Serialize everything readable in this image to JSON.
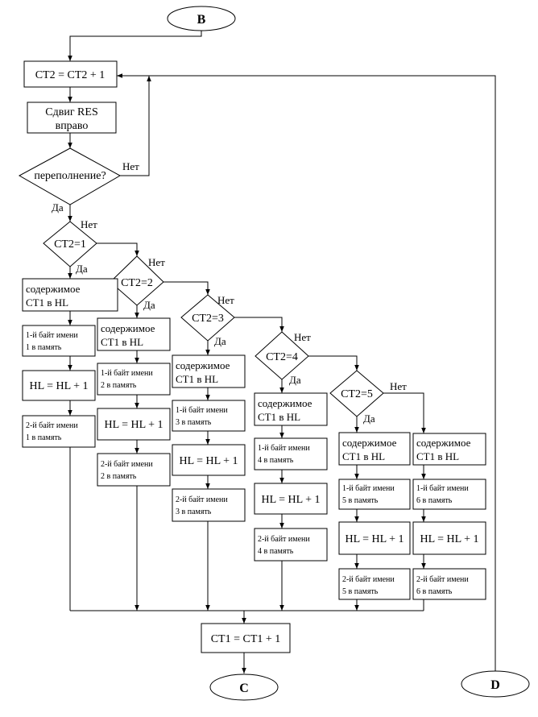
{
  "connectors": {
    "B": "B",
    "C": "C",
    "D": "D"
  },
  "steps": {
    "inc_ct2": "CT2 = CT2 + 1",
    "shift_line1": "Сдвиг RES",
    "shift_line2": "вправо",
    "overflow": "переполнение?",
    "inc_ct1": "CT1 = CT1 + 1"
  },
  "labels": {
    "yes": "Да",
    "no": "Нет"
  },
  "branches": [
    {
      "condition": "CT2=1",
      "load_line1": "содержимое",
      "load_line2": "CT1 в HL",
      "byte1_line1": "1-й байт имени",
      "byte1_line2": "1  в память",
      "inc_hl": "HL = HL + 1",
      "byte2_line1": "2-й байт имени",
      "byte2_line2": "1 в память"
    },
    {
      "condition": "CT2=2",
      "load_line1": "содержимое",
      "load_line2": "CT1 в HL",
      "byte1_line1": "1-й байт имени",
      "byte1_line2": "2  в память",
      "inc_hl": "HL = HL + 1",
      "byte2_line1": "2-й байт имени",
      "byte2_line2": "2  в память"
    },
    {
      "condition": "CT2=3",
      "load_line1": "содержимое",
      "load_line2": "CT1 в HL",
      "byte1_line1": "1-й байт имени",
      "byte1_line2": "3  в память",
      "inc_hl": "HL = HL + 1",
      "byte2_line1": "2-й байт имени",
      "byte2_line2": "3  в память"
    },
    {
      "condition": "CT2=4",
      "load_line1": "содержимое",
      "load_line2": "CT1 в HL",
      "byte1_line1": "1-й байт имени",
      "byte1_line2": "4  в память",
      "inc_hl": "HL = HL + 1",
      "byte2_line1": "2-й байт имени",
      "byte2_line2": "4  в память"
    },
    {
      "condition": "CT2=5",
      "load_line1": "содержимое",
      "load_line2": "CT1 в HL",
      "byte1_line1": "1-й байт имени",
      "byte1_line2": "5  в память",
      "inc_hl": "HL = HL + 1",
      "byte2_line1": "2-й байт имени",
      "byte2_line2": "5 в память"
    },
    {
      "condition": "",
      "load_line1": "содержимое",
      "load_line2": "CT1 в HL",
      "byte1_line1": "1-й байт имени",
      "byte1_line2": "6  в память",
      "inc_hl": "HL = HL + 1",
      "byte2_line1": "2-й байт имени",
      "byte2_line2": "6  в память"
    }
  ]
}
